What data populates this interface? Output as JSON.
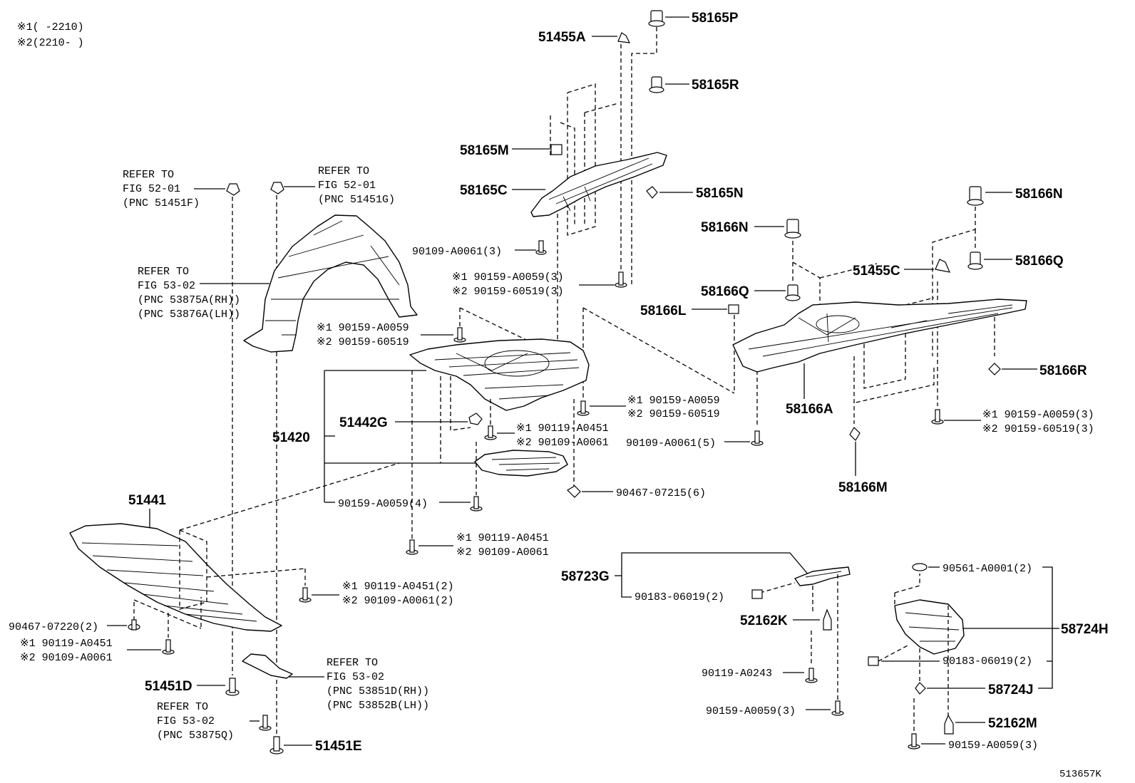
{
  "legend": {
    "line1": "※1(     -2210)",
    "line2": "※2(2210-     )"
  },
  "labels": {
    "p58165P": "58165P",
    "p51455A": "51455A",
    "p58165R": "58165R",
    "p58165M": "58165M",
    "p58165C": "58165C",
    "p58165N": "58165N",
    "p58166N_r": "58166N",
    "p58166N_l": "58166N",
    "p58166Q_r": "58166Q",
    "p51455C": "51455C",
    "p58166Q_l": "58166Q",
    "p58166L": "58166L",
    "p58166R": "58166R",
    "p58166A": "58166A",
    "p58166M": "58166M",
    "p51420": "51420",
    "p51442G": "51442G",
    "p51441": "51441",
    "p51451D": "51451D",
    "p51451E": "51451E",
    "p58723G": "58723G",
    "p52162K": "52162K",
    "p58724H": "58724H",
    "p58724J": "58724J",
    "p52162M": "52162M",
    "f90109_3": "90109-A0061(3)",
    "f90159_3a_1": "※1 90159-A0059(3)",
    "f90159_3a_2": "※2 90159-60519(3)",
    "f90159_b_1": "※1 90159-A0059",
    "f90159_b_2": "※2 90159-60519",
    "f90159_c_1": "※1 90159-A0059",
    "f90159_c_2": "※2 90159-60519",
    "f90119_a_1": "※1 90119-A0451",
    "f90119_a_2": "※2 90109-A0061",
    "f90109_5": "90109-A0061(5)",
    "f90159_r_1": "※1 90159-A0059(3)",
    "f90159_r_2": "※2 90159-60519(3)",
    "f90159_4": "90159-A0059(4)",
    "f90467_6": "90467-07215(6)",
    "f90119_b_1": "※1 90119-A0451",
    "f90119_b_2": "※2 90109-A0061",
    "f90119_c_1": "※1 90119-A0451(2)",
    "f90119_c_2": "※2 90109-A0061(2)",
    "f90467_2": "90467-07220(2)",
    "f90119_d_1": "※1 90119-A0451",
    "f90119_d_2": "※2 90109-A0061",
    "f90183_a": "90183-06019(2)",
    "f90119_0243": "90119-A0243",
    "f90159_3c": "90159-A0059(3)",
    "f90561": "90561-A0001(2)",
    "f90183_b": "90183-06019(2)",
    "f90159_3d": "90159-A0059(3)",
    "doc_id": "513657K"
  },
  "refers": {
    "r1": [
      "REFER TO",
      "FIG 52-01",
      "(PNC 51451F)"
    ],
    "r2": [
      "REFER TO",
      "FIG 52-01",
      "(PNC 51451G)"
    ],
    "r3": [
      "REFER TO",
      "FIG 53-02",
      "(PNC 53875A(RH))",
      "(PNC 53876A(LH))"
    ],
    "r4": [
      "REFER TO",
      "FIG 53-02",
      "(PNC 53851D(RH))",
      "(PNC 53852B(LH))"
    ],
    "r5": [
      "REFER TO",
      "FIG 53-02",
      "(PNC 53875Q)"
    ]
  }
}
